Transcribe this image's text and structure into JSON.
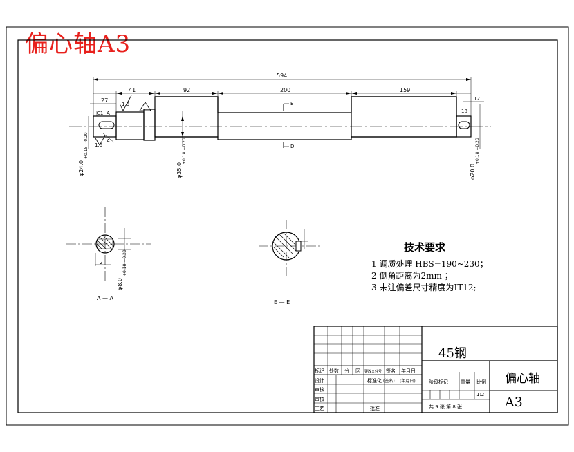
{
  "title": "偏心轴A3",
  "dimensions": {
    "total": "594",
    "d27": "27",
    "d41": "41",
    "d92": "92",
    "d200": "200",
    "d159": "159",
    "d12": "12",
    "c1": "C1",
    "r18": "18",
    "l16a": "1.6",
    "l16b": "1.6",
    "label_A": "A",
    "label_A2": "A",
    "label_E": "E",
    "label_D": "D",
    "dia24": "φ24.0",
    "dia24_tol": "+0.18 −0.20",
    "dia35": "φ35.0",
    "dia35_tol": "+0.18 −0.20",
    "dia20": "φ20.0",
    "dia20_tol": "+0.18 −0.20",
    "dia8": "φ8.0",
    "dia8_tol": "+0.18 −0.20",
    "small_2": "2",
    "section_aa": "A — A",
    "section_ee": "E — E"
  },
  "requirements": {
    "heading": "技术要求",
    "items": [
      "1  调质处理 HBS=190~230；",
      "2  倒角距离为2mm ；",
      "3  未注偏差尺寸精度为IT12;"
    ]
  },
  "title_block": {
    "material": "45钢",
    "part_name": "偏心轴",
    "sheet_size": "A3",
    "h_biaoji": "标记",
    "h_chushu": "处数",
    "h_fen": "分",
    "h_qu": "区",
    "h_gengai": "更改文件号",
    "h_qianming": "签名",
    "h_nianyueri": "年月日",
    "h_sheji": "设计",
    "h_biaozhunhua": "标准化",
    "h_qianming2": "(签名)",
    "h_nianyueri2": "(年月日)",
    "h_jieduan": "阶段标记",
    "h_zhongliang": "重量",
    "h_bili": "比例",
    "h_shenhe1": "审核",
    "h_shenhe": "审核",
    "h_gongyi": "工艺",
    "h_pizhun": "批准",
    "scale": "1:2",
    "sheets": "共 9 张  第 8 张"
  }
}
